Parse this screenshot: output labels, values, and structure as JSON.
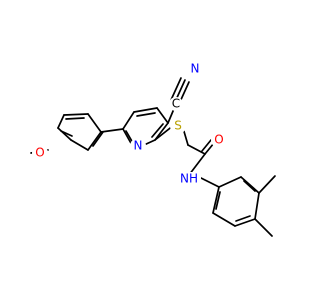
{
  "diagram": {
    "type": "chemical-structure",
    "colors": {
      "bond": "#000000",
      "nitrogen": "#0000ff",
      "oxygen": "#ff0000",
      "sulfur": "#b8a000",
      "background": "#ffffff"
    },
    "labels": {
      "cyano_carbon": "C",
      "cyano_nitrogen": "N",
      "ring_nitrogen": "N",
      "sulfur": "S",
      "carbonyl_oxygen": "O",
      "amide_nh": "NH",
      "ether_oxygen": "O"
    }
  }
}
